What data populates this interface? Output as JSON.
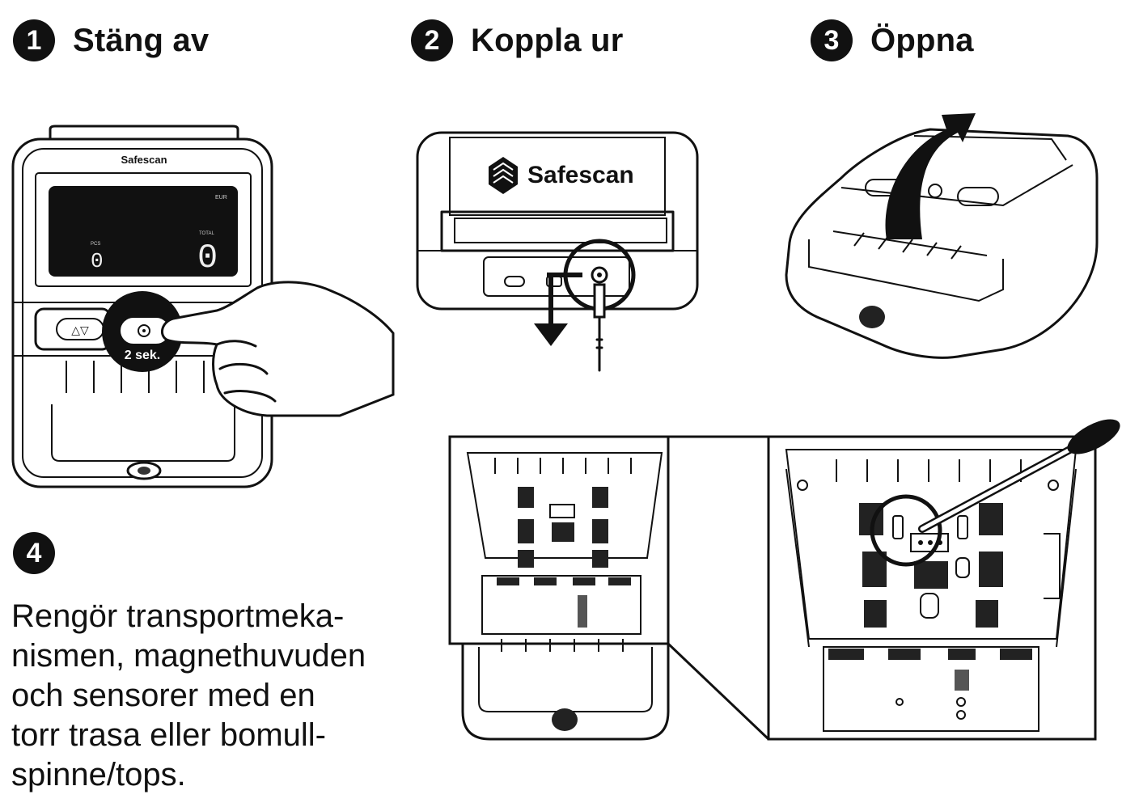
{
  "steps": [
    {
      "number": "1",
      "title": "Stäng av"
    },
    {
      "number": "2",
      "title": "Koppla ur"
    },
    {
      "number": "3",
      "title": "Öppna"
    },
    {
      "number": "4",
      "title": ""
    }
  ],
  "device": {
    "brand": "Safescan",
    "display_currency": "EUR",
    "display_pcs_label": "PCS",
    "display_total_label": "TOTAL",
    "display_pcs_value": "0",
    "display_total_value": "0",
    "hold_label": "2 sek."
  },
  "instruction_lines": [
    "Rengör transportmeka-",
    "nismen, magnethuvuden",
    "och sensorer med en",
    "torr trasa eller bomull-",
    "spinne/tops."
  ]
}
